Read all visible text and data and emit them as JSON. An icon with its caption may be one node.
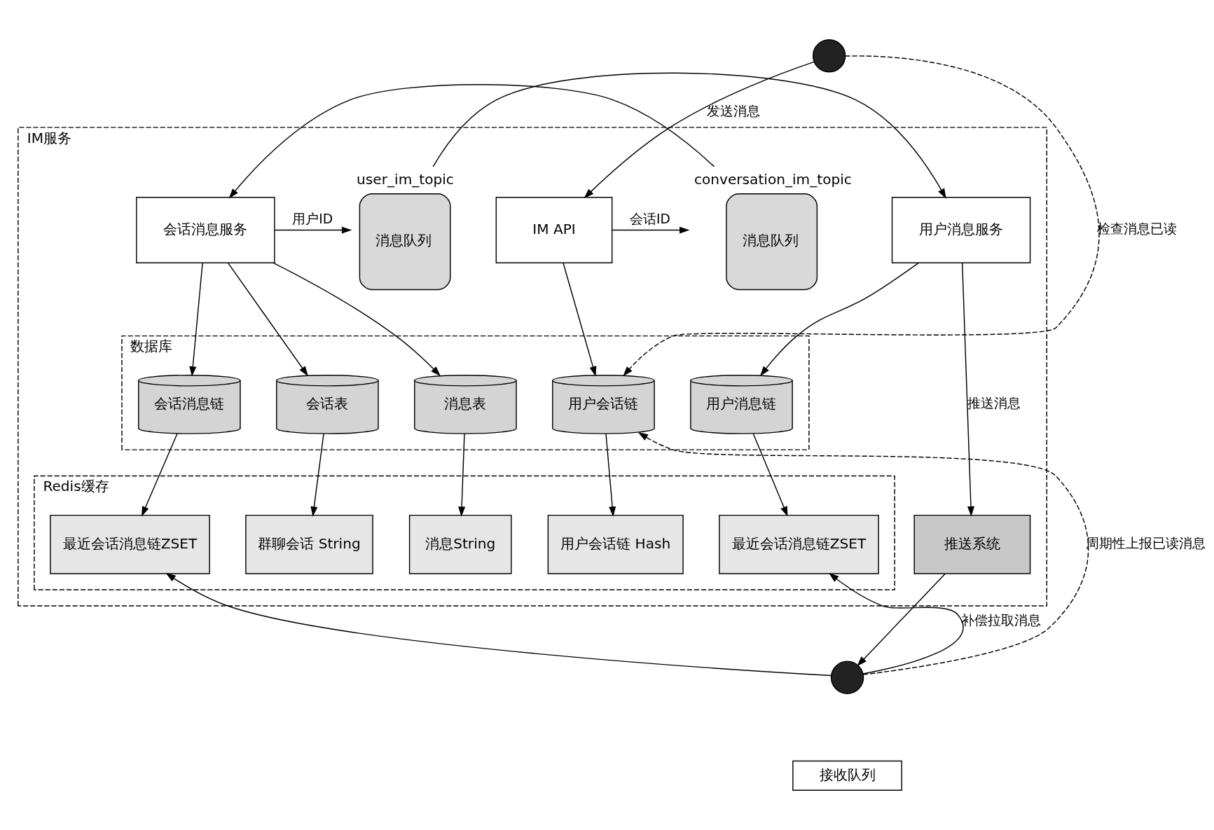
{
  "diagram": {
    "nodes": [
      {
        "text": [
          "IM服务"
        ]
      },
      {
        "text": [],
        "shape": "person"
      },
      {
        "text": [
          "IM API"
        ],
        "in": 0
      },
      {
        "text": [
          "消息队列"
        ],
        "beside": [
          "conversation_im_topic"
        ],
        "in": 0
      },
      {
        "text": [
          "会话消息服务"
        ],
        "in": 0
      },
      {
        "text": [
          "消息队列"
        ],
        "beside": [
          "user_im_topic"
        ],
        "in": 0
      },
      {
        "text": [
          "用户消息服务"
        ],
        "in": 0
      },
      {
        "text": [
          "数据库"
        ],
        "in": 0
      },
      {
        "text": [
          "用户会话链"
        ],
        "in": 7
      },
      {
        "text": [
          "消息表"
        ],
        "in": 7
      },
      {
        "text": [
          "会话消息链"
        ],
        "in": 7
      },
      {
        "text": [
          "会话表"
        ],
        "in": 7
      },
      {
        "text": [
          "用户消息链"
        ],
        "in": 7
      },
      {
        "text": [
          "Redis缓存"
        ],
        "in": 0
      },
      {
        "text": [
          "用户会话链 Hash"
        ],
        "in": 13
      },
      {
        "text": [
          "消息String"
        ],
        "in": 13
      },
      {
        "text": [
          "最近会话消息链ZSET"
        ],
        "in": 13
      },
      {
        "text": [
          "群聊会话 String"
        ],
        "in": 13
      },
      {
        "text": [
          "最近会话消息链ZSET"
        ],
        "in": 13
      },
      {
        "text": [
          "推送系统"
        ],
        "in": 0
      },
      {
        "text": [],
        "shape": "person"
      },
      {
        "text": [
          "接收队列"
        ]
      }
    ],
    "edges": [
      {
        "from": 1,
        "to": 2,
        "arrow": "to",
        "label": "发送消息"
      },
      {
        "from": 1,
        "to": 8,
        "arrow": "to",
        "label": "检查消息已读",
        "style": "dashed"
      },
      {
        "from": 2,
        "to": 3,
        "arrow": "to",
        "label": "会话ID"
      },
      {
        "from": 3,
        "to": 4,
        "arrow": "to"
      },
      {
        "from": 4,
        "to": 5,
        "arrow": "to",
        "label": "用户ID"
      },
      {
        "from": 5,
        "to": 6,
        "arrow": "to"
      },
      {
        "from": 2,
        "to": 8,
        "arrow": "to"
      },
      {
        "from": 4,
        "to": 9,
        "arrow": "to"
      },
      {
        "from": 4,
        "to": 10,
        "arrow": "to"
      },
      {
        "from": 4,
        "to": 11,
        "arrow": "to"
      },
      {
        "from": 6,
        "to": 12,
        "arrow": "to"
      },
      {
        "from": 8,
        "to": 14,
        "arrow": "to"
      },
      {
        "from": 9,
        "to": 15,
        "arrow": "to"
      },
      {
        "from": 10,
        "to": 16,
        "arrow": "to"
      },
      {
        "from": 11,
        "to": 17,
        "arrow": "to"
      },
      {
        "from": 12,
        "to": 18,
        "arrow": "to"
      },
      {
        "from": 6,
        "to": 19,
        "arrow": "to",
        "label": "推送消息"
      },
      {
        "from": 19,
        "to": 20,
        "arrow": "to"
      },
      {
        "from": 20,
        "to": 16,
        "arrow": "to"
      },
      {
        "from": 20,
        "to": 18,
        "arrow": "to",
        "label": "补偿拉取消息"
      },
      {
        "from": 20,
        "to": 8,
        "arrow": "to",
        "label": "周期性上报已读消息",
        "style": "dashed"
      }
    ]
  }
}
